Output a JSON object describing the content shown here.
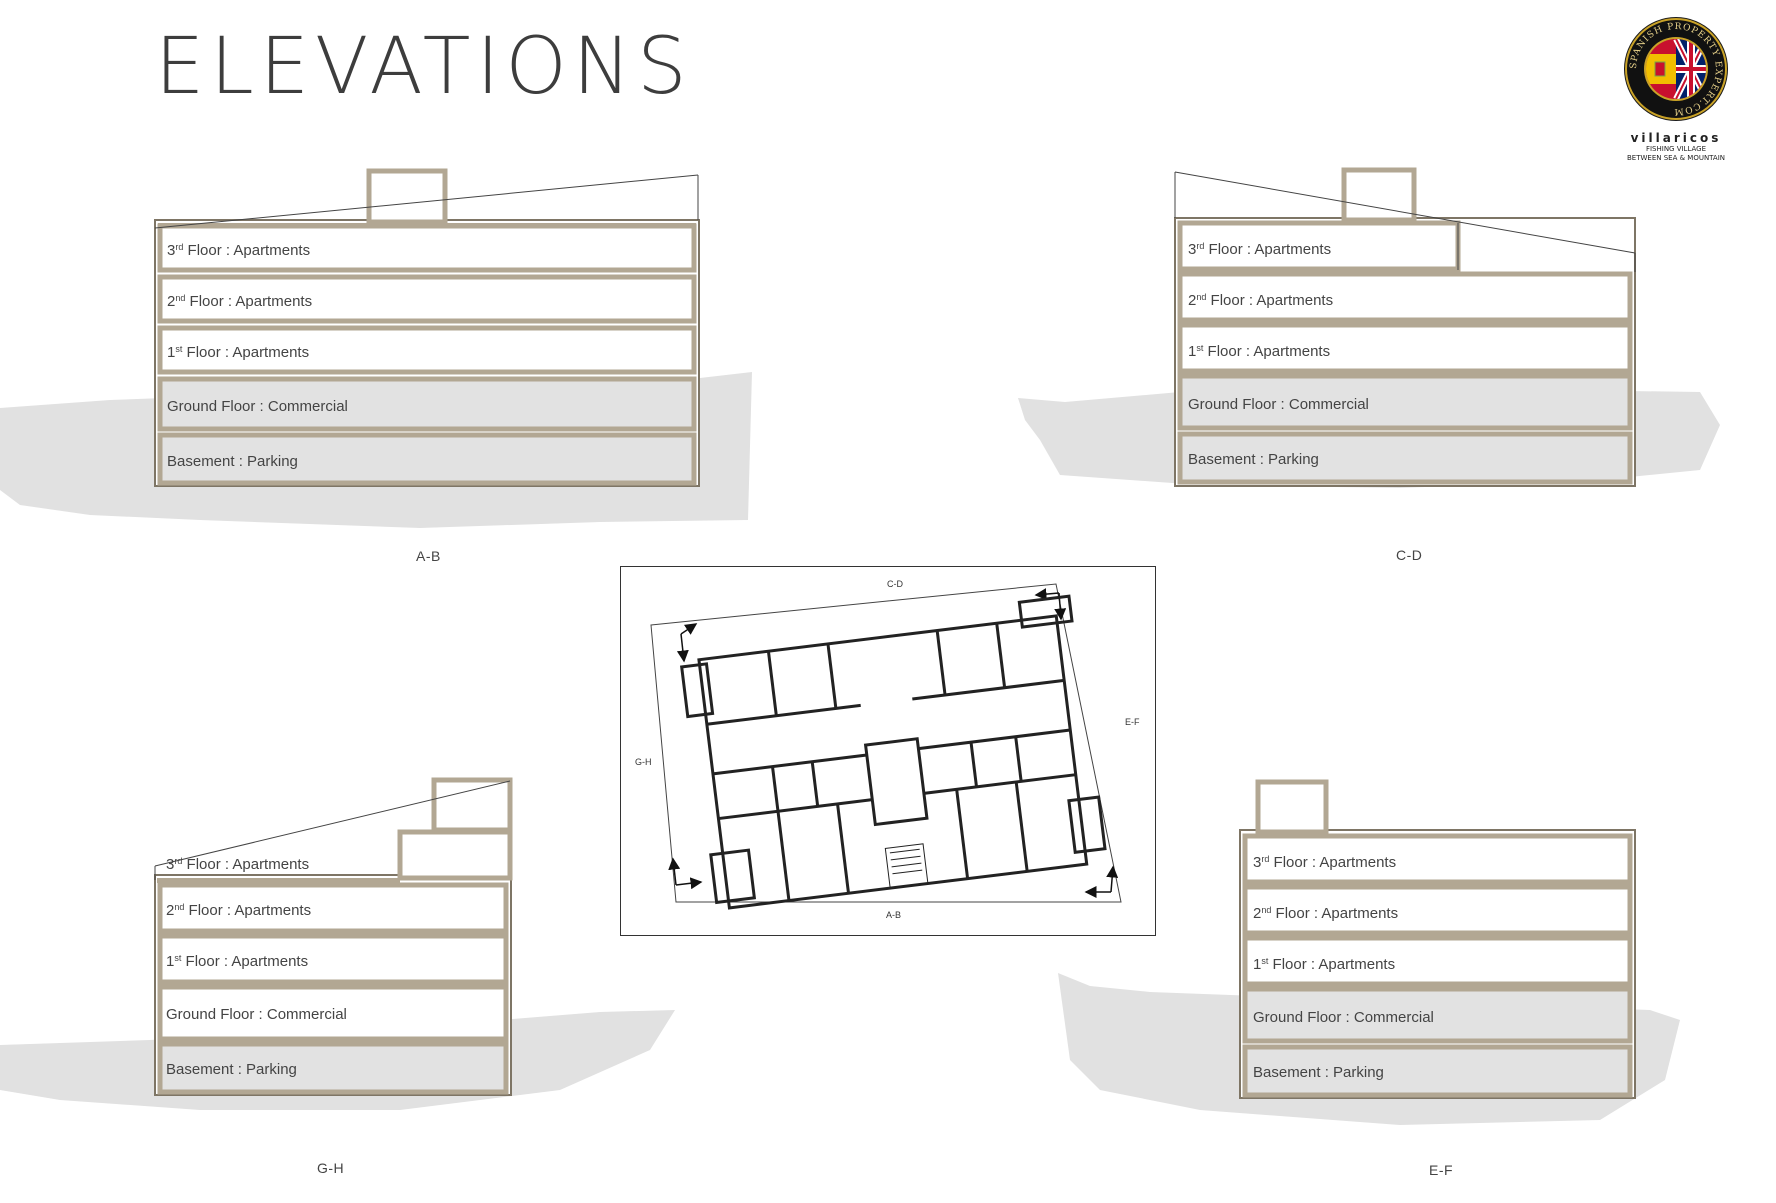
{
  "page": {
    "title": "ELEVATIONS"
  },
  "logo": {
    "ring_text": "SPANISH PROPERTY EXPERT.COM",
    "name": "villaricos",
    "tagline_1": "FISHING VILLAGE",
    "tagline_2": "BETWEEN SEA & MOUNTAIN"
  },
  "elevations": [
    {
      "label": "A-B",
      "floors": [
        {
          "num": "3",
          "sup": "rd",
          "text": " Floor : Apartments"
        },
        {
          "num": "2",
          "sup": "nd",
          "text": " Floor : Apartments"
        },
        {
          "num": "1",
          "sup": "st",
          "text": " Floor : Apartments"
        },
        {
          "num": "",
          "sup": "",
          "text": "Ground Floor : Commercial"
        },
        {
          "num": "",
          "sup": "",
          "text": "Basement : Parking"
        }
      ]
    },
    {
      "label": "C-D",
      "floors": [
        {
          "num": "3",
          "sup": "rd",
          "text": " Floor : Apartments"
        },
        {
          "num": "2",
          "sup": "nd",
          "text": " Floor : Apartments"
        },
        {
          "num": "1",
          "sup": "st",
          "text": " Floor : Apartments"
        },
        {
          "num": "",
          "sup": "",
          "text": "Ground Floor : Commercial"
        },
        {
          "num": "",
          "sup": "",
          "text": "Basement : Parking"
        }
      ]
    },
    {
      "label": "G-H",
      "floors": [
        {
          "num": "3",
          "sup": "rd",
          "text": " Floor : Apartments"
        },
        {
          "num": "2",
          "sup": "nd",
          "text": " Floor : Apartments"
        },
        {
          "num": "1",
          "sup": "st",
          "text": " Floor : Apartments"
        },
        {
          "num": "",
          "sup": "",
          "text": "Ground Floor : Commercial"
        },
        {
          "num": "",
          "sup": "",
          "text": "Basement : Parking"
        }
      ]
    },
    {
      "label": "E-F",
      "floors": [
        {
          "num": "3",
          "sup": "rd",
          "text": " Floor : Apartments"
        },
        {
          "num": "2",
          "sup": "nd",
          "text": " Floor : Apartments"
        },
        {
          "num": "1",
          "sup": "st",
          "text": " Floor : Apartments"
        },
        {
          "num": "",
          "sup": "",
          "text": "Ground Floor : Commercial"
        },
        {
          "num": "",
          "sup": "",
          "text": "Basement : Parking"
        }
      ]
    }
  ],
  "site_plan": {
    "label_top": "C-D",
    "label_bottom": "A-B",
    "label_left": "G-H",
    "label_right": "E-F"
  },
  "colors": {
    "wall": "#b2a793",
    "wall_dark": "#7e7565",
    "ground_shading": "#e1e1e1",
    "text": "#444444"
  }
}
